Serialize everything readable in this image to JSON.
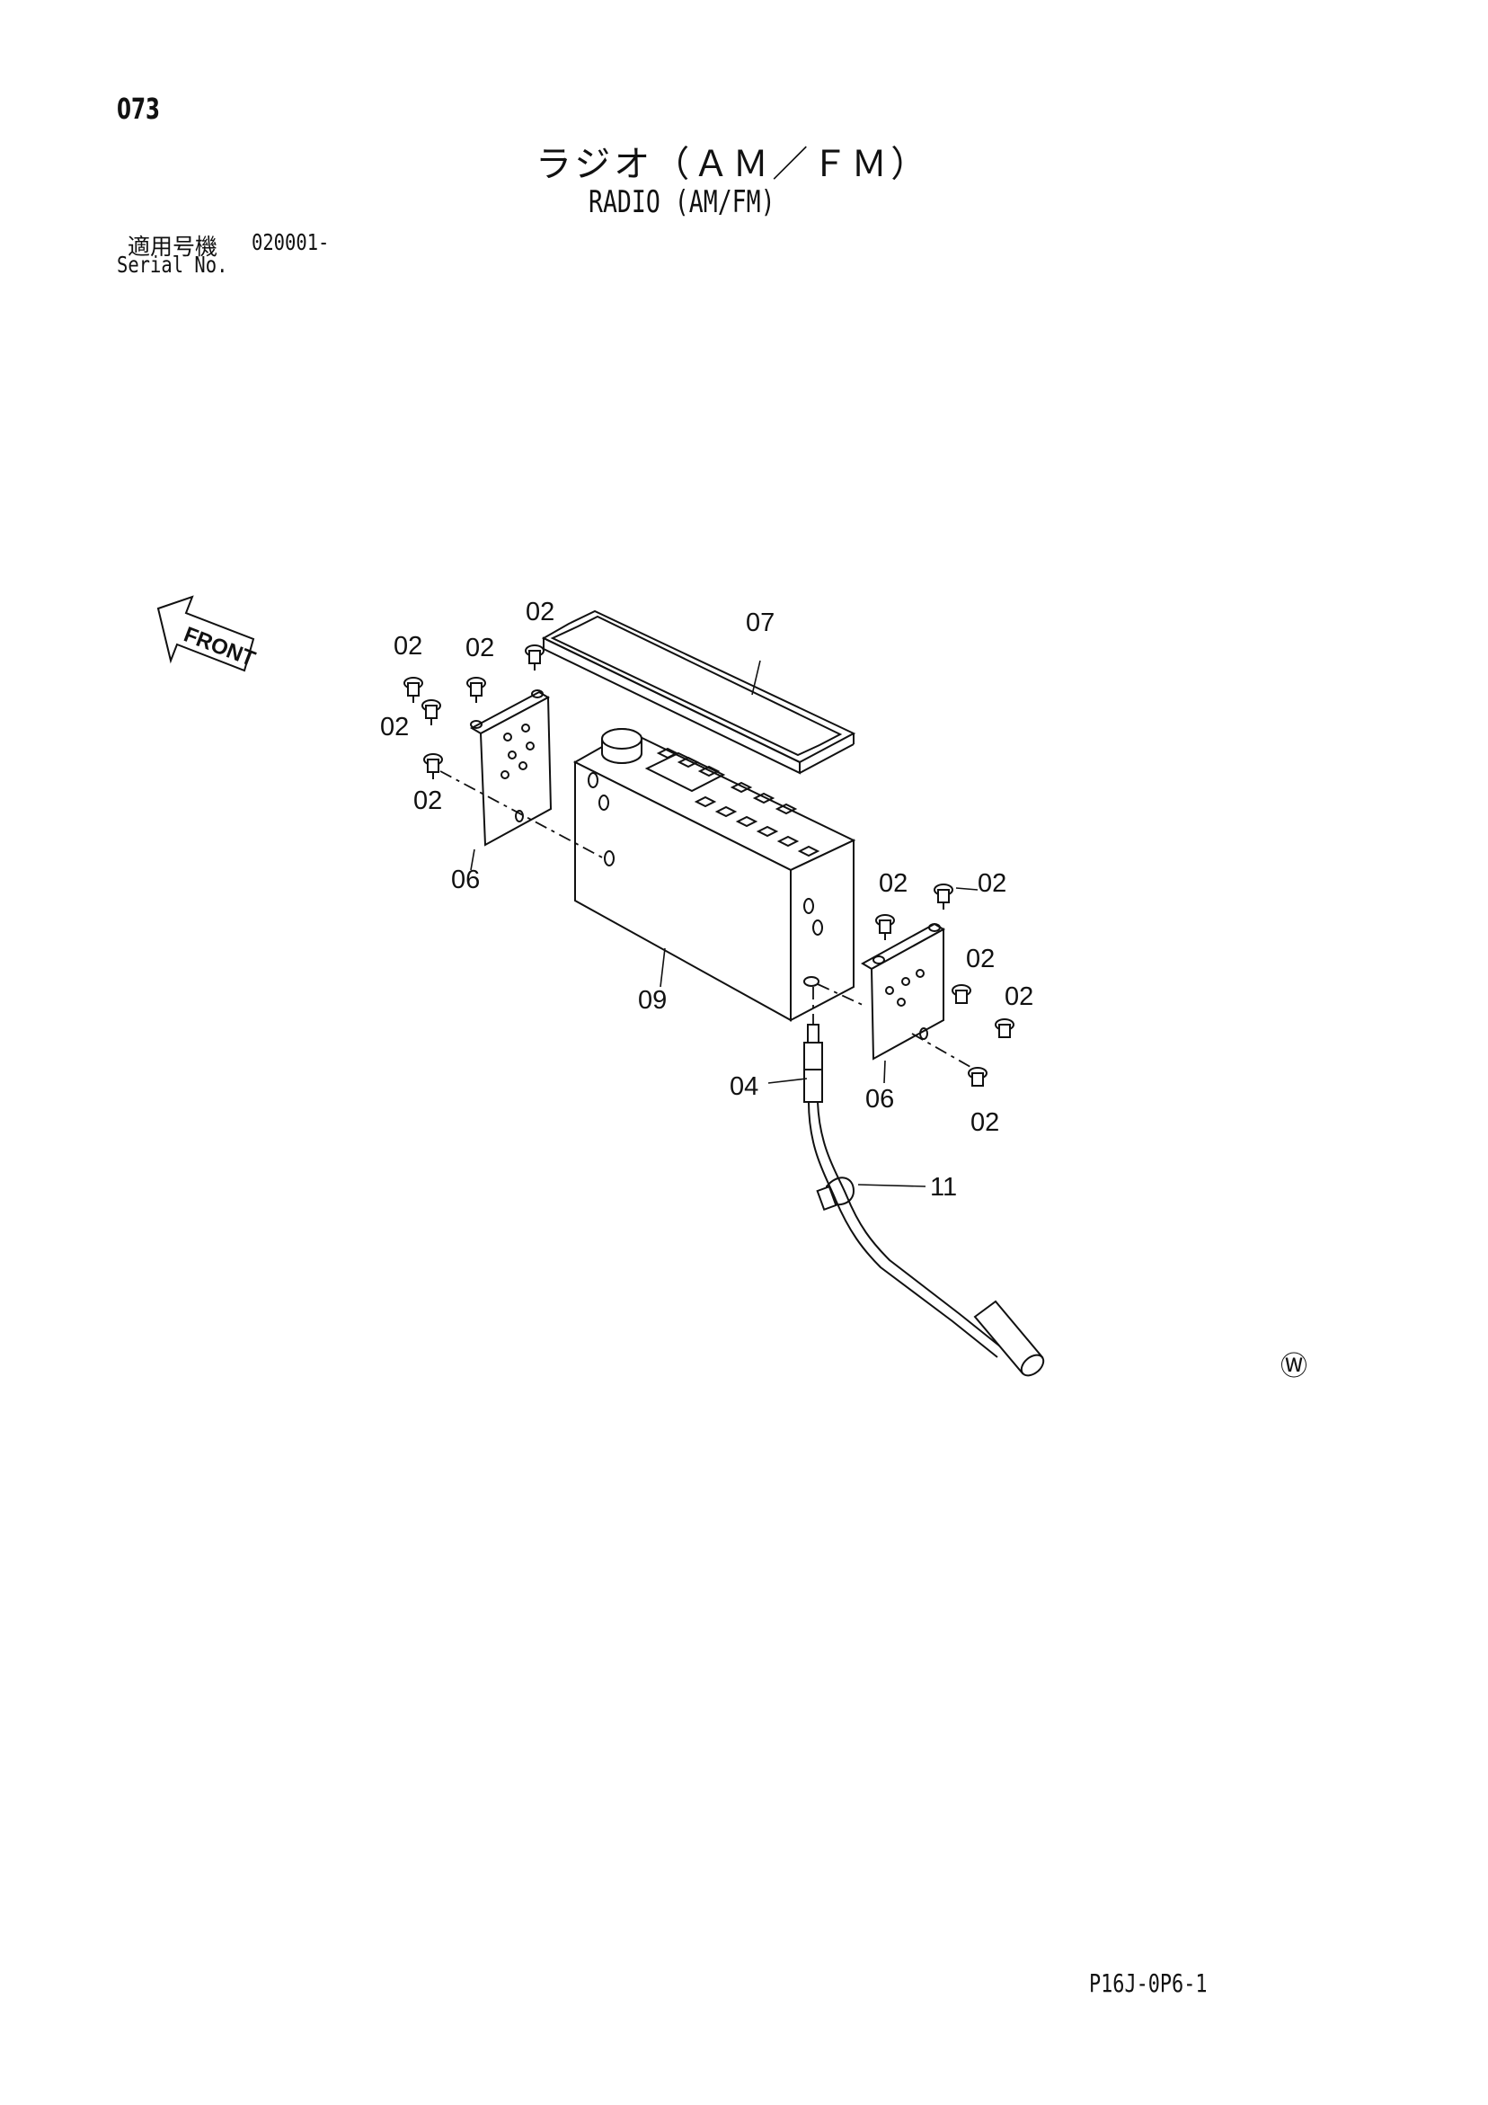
{
  "header": {
    "page_number": "073",
    "title_jp": "ラジオ（ＡＭ／ＦＭ）",
    "title_en": "RADIO (AM/FM)",
    "serial_label_jp": "適用号機",
    "serial_value": "020001-",
    "serial_label_en": "Serial No."
  },
  "diagram": {
    "front_arrow_label": "FRONT",
    "watermark_symbol": "Ⓦ",
    "callouts": {
      "bolt": "02",
      "antenna_plug": "04",
      "bracket": "06",
      "tray": "07",
      "radio": "09",
      "clamp": "11"
    }
  },
  "footer": {
    "drawing_code": "P16J-0P6-1"
  }
}
